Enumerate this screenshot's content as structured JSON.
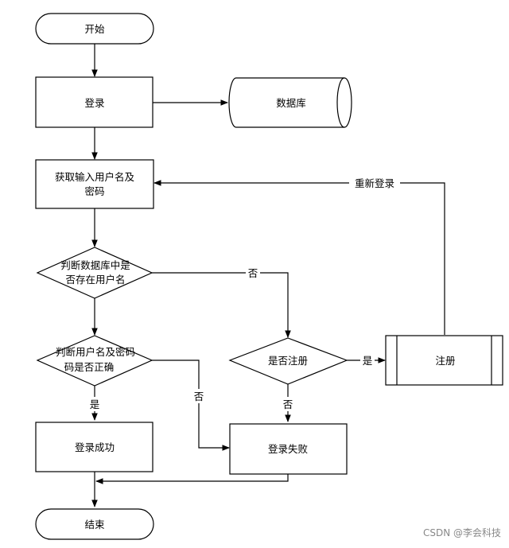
{
  "nodes": {
    "start": "开始",
    "login": "登录",
    "database": "数据库",
    "get_input_line1": "获取输入用户名及",
    "get_input_line2": "密码",
    "check_user_line1": "判断数据库中是",
    "check_user_line2": "否存在用户名",
    "check_pwd_line1": "判断用户名及密码",
    "check_pwd_line2": "码是否正确",
    "is_registered": "是否注册",
    "register": "注册",
    "login_success": "登录成功",
    "login_fail": "登录失败",
    "end": "结束"
  },
  "edge_labels": {
    "relogin": "重新登录",
    "user_not_exist_no": "否",
    "pwd_correct_yes": "是",
    "pwd_wrong_no": "否",
    "registered_yes": "是",
    "registered_no": "否"
  },
  "watermark": "CSDN @李会科技"
}
